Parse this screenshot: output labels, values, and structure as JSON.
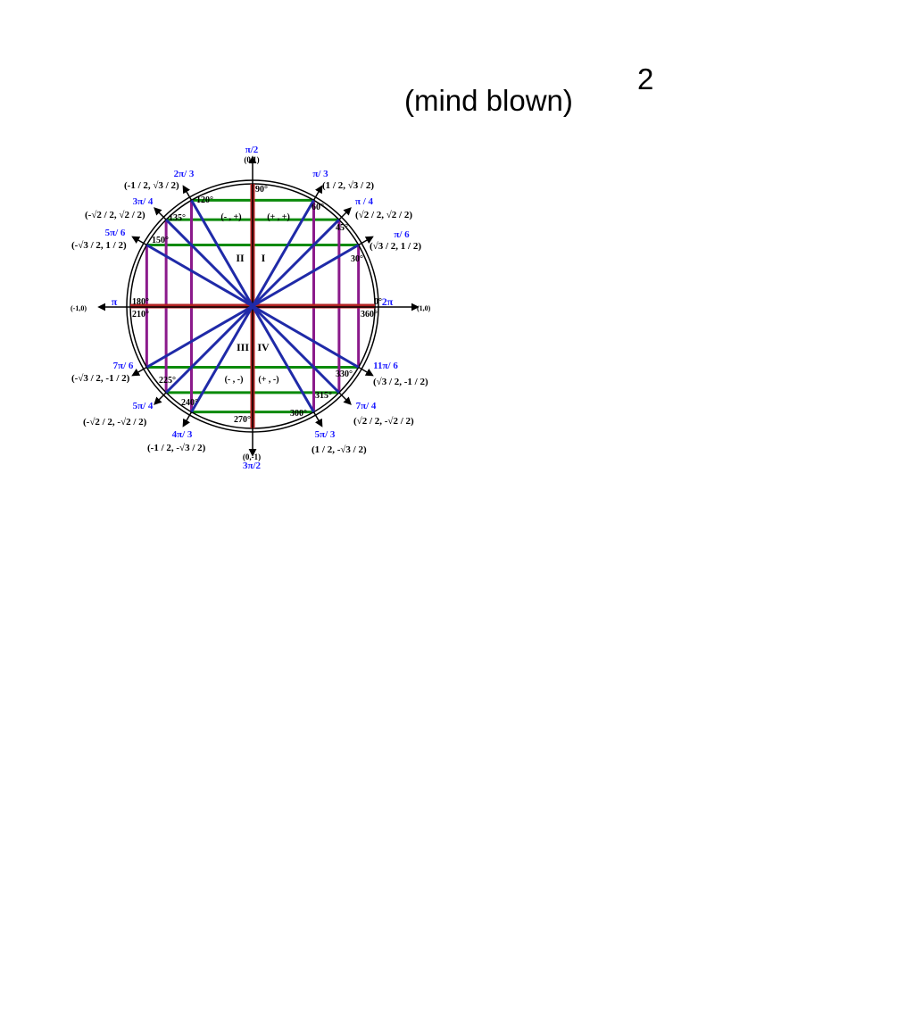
{
  "caption": "(mind blown)",
  "page_number": "2",
  "colors": {
    "radius": "#1f2aa8",
    "cosine": "#8b1a8b",
    "sine": "#0a8a0a",
    "axis": "#b22222",
    "radian": "#1a1aff",
    "text": "#000000"
  },
  "axis_labels": {
    "top": {
      "radian": "π/2",
      "coord": "(0,1)"
    },
    "bottom": {
      "radian": "3π/2",
      "coord": "(0,-1)"
    },
    "left": {
      "radian": "π",
      "coord": "(-1,0)"
    },
    "right": {
      "radian": "2π",
      "coord": "(1,0)"
    }
  },
  "quadrants": {
    "q1": {
      "numeral": "I",
      "sign": "(+ , +)"
    },
    "q2": {
      "numeral": "II",
      "sign": "(- , +)"
    },
    "q3": {
      "numeral": "III",
      "sign": "(- , -)"
    },
    "q4": {
      "numeral": "IV",
      "sign": "(+ , -)"
    }
  },
  "angles": [
    {
      "deg": 0,
      "deg_label": "0°"
    },
    {
      "deg": 30,
      "deg_label": "30°",
      "radian": "π/ 6",
      "coord": "(√3 / 2, 1 / 2)"
    },
    {
      "deg": 45,
      "deg_label": "45°",
      "radian": "π / 4",
      "coord": "(√2 / 2, √2 / 2)"
    },
    {
      "deg": 60,
      "deg_label": "60°",
      "radian": "π/ 3",
      "coord": "(1 / 2, √3 / 2)"
    },
    {
      "deg": 90,
      "deg_label": "90°"
    },
    {
      "deg": 120,
      "deg_label": "120°",
      "radian": "2π/ 3",
      "coord": "(-1 / 2, √3 / 2)"
    },
    {
      "deg": 135,
      "deg_label": "135°",
      "radian": "3π/ 4",
      "coord": "(-√2 / 2, √2 / 2)"
    },
    {
      "deg": 150,
      "deg_label": "150°",
      "radian": "5π/ 6",
      "coord": "(-√3 / 2, 1 / 2)"
    },
    {
      "deg": 180,
      "deg_label": "180°"
    },
    {
      "deg": 210,
      "deg_label": "210°",
      "radian": "7π/ 6",
      "coord": "(-√3 / 2, -1 / 2)"
    },
    {
      "deg": 225,
      "deg_label": "225°",
      "radian": "5π/ 4",
      "coord": "(-√2 / 2, -√2 / 2)"
    },
    {
      "deg": 240,
      "deg_label": "240°",
      "radian": "4π/ 3",
      "coord": "(-1 / 2, -√3 / 2)"
    },
    {
      "deg": 270,
      "deg_label": "270°"
    },
    {
      "deg": 300,
      "deg_label": "300°",
      "radian": "5π/ 3",
      "coord": "(1 / 2, -√3 / 2)"
    },
    {
      "deg": 315,
      "deg_label": "315°",
      "radian": "7π/ 4",
      "coord": "(√2 / 2, -√2 / 2)"
    },
    {
      "deg": 330,
      "deg_label": "330°",
      "radian": "11π/ 6",
      "coord": "(√3 / 2, -1 / 2)"
    },
    {
      "deg": 360,
      "deg_label": "360°"
    }
  ]
}
